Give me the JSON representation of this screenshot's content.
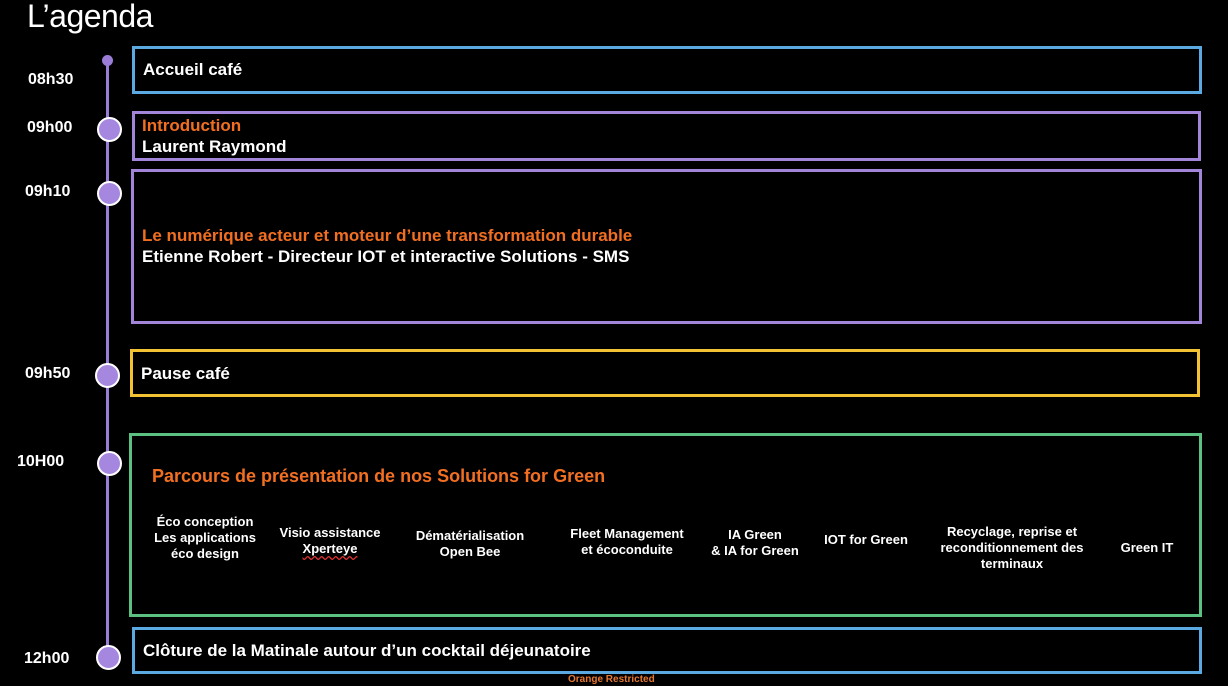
{
  "title": "L’agenda",
  "times": [
    "08h30",
    "09h00",
    "09h10",
    "09h50",
    "10H00",
    "12h00"
  ],
  "items": {
    "accueil": "Accueil café",
    "intro_title": "Introduction",
    "intro_speaker": "Laurent Raymond",
    "talk_title": "Le numérique acteur et moteur d’une transformation durable",
    "talk_speaker": "Etienne Robert  - Directeur IOT et interactive Solutions - SMS",
    "pause": "Pause café",
    "parcours_title": "Parcours de présentation de nos Solutions for Green",
    "cloture": "Clôture de la Matinale autour d’un cocktail déjeunatoire"
  },
  "solutions": [
    "Éco conception\nLes applications\néco design",
    "Visio assistance",
    "Xperteye",
    "Dématérialisation\nOpen Bee",
    "Fleet Management\net écoconduite",
    "IA Green\n& IA for Green",
    "IOT for Green",
    "Recyclage, reprise et\nreconditionnement des\nterminaux",
    "Green IT"
  ],
  "footer": "Orange Restricted",
  "colors": {
    "accent_orange": "#f26f22",
    "timeline": "#9a7dd6",
    "blue": "#5aa9e0",
    "purple": "#a284d8",
    "yellow": "#f2c233",
    "green": "#5cc083"
  }
}
